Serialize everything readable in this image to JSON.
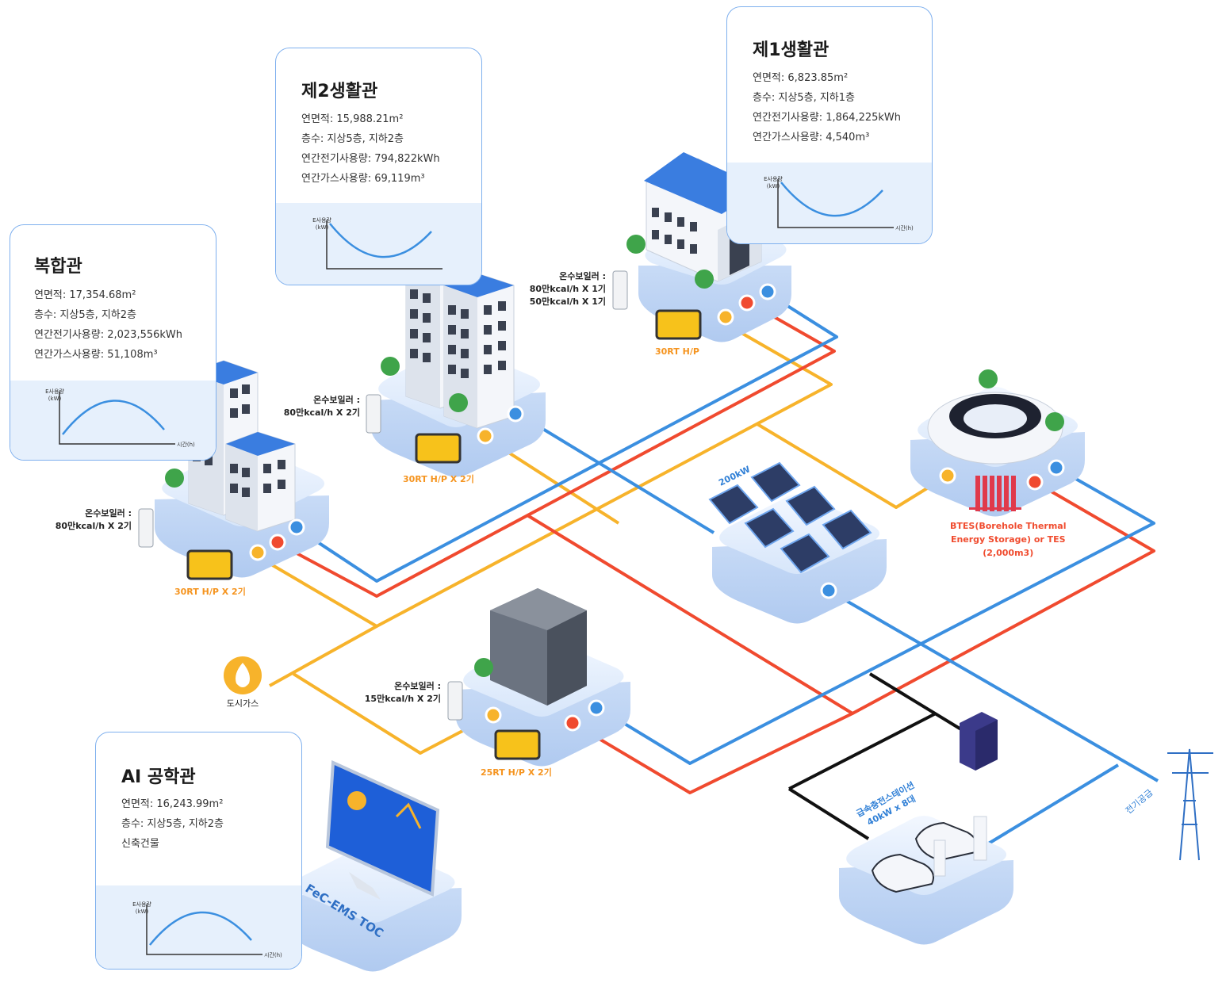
{
  "buildings": [
    {
      "id": "complex",
      "title": "복합관",
      "lines": [
        "연면적: 17,354.68m²",
        "층수: 지상5층, 지하2층",
        "연간전기사용량: 2,023,556kWh",
        "연간가스사용량: 51,108m³"
      ],
      "chart": {
        "ylabel": "E사용량\n(kW)",
        "xlabel": "시간(h)",
        "shape": "arch"
      }
    },
    {
      "id": "dorm2",
      "title": "제2생활관",
      "lines": [
        "연면적: 15,988.21m²",
        "층수: 지상5층, 지하2층",
        "연간전기사용량: 794,822kWh",
        "연간가스사용량: 69,119m³"
      ],
      "chart": {
        "ylabel": "E사용량\n(kW)",
        "xlabel": "",
        "shape": "valley"
      }
    },
    {
      "id": "dorm1",
      "title": "제1생활관",
      "lines": [
        "연면적: 6,823.85m²",
        "층수: 지상5층, 지하1층",
        "연간전기사용량: 1,864,225kWh",
        "연간가스사용량: 4,540m³"
      ],
      "chart": {
        "ylabel": "E사용량\n(kW)",
        "xlabel": "시간(h)",
        "shape": "valley"
      }
    },
    {
      "id": "ai",
      "title": "AI 공학관",
      "lines": [
        "연면적: 16,243.99m²",
        "층수: 지상5층, 지하2층",
        "신축건물"
      ],
      "chart": {
        "ylabel": "E사용량\n(kW)",
        "xlabel": "시간(h)",
        "shape": "arch"
      }
    }
  ],
  "boilers": {
    "complex": [
      "온수보일러 :",
      "80만kcal/h X 2기"
    ],
    "dorm2": [
      "온수보일러 :",
      "80만kcal/h X 2기"
    ],
    "dorm1": [
      "온수보일러 :",
      "80만kcal/h X 1기",
      "50만kcal/h X 1기"
    ],
    "ai": [
      "온수보일러 :",
      "15만kcal/h X 2기"
    ]
  },
  "heatpumps": {
    "complex": "30RT H/P X 2기",
    "dorm2": "30RT H/P X 2기",
    "dorm1": "30RT H/P",
    "ai": "25RT H/P X 2기"
  },
  "solar": "200kW",
  "btes": [
    "BTES(Borehole Thermal",
    "Energy Storage) or TES",
    "(2,000m3)"
  ],
  "gas": "도시가스",
  "ev": [
    "급속충전스테이션",
    "40kW x 8대"
  ],
  "grid": "전기공급",
  "ems": "FeC-EMS TOC",
  "colors": {
    "electric": "#3b8fe0",
    "hot": "#f04a2f",
    "gas": "#f7b32b",
    "platform": "#dbe8fb",
    "card_border": "#7fb0ee"
  }
}
